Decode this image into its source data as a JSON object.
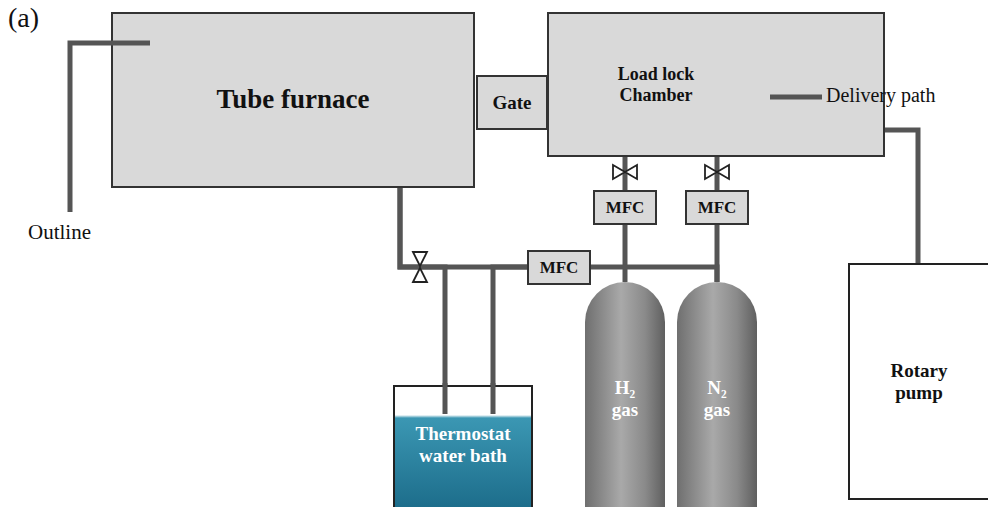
{
  "diagram": {
    "nodes": [
      {
        "text": [
          "Tube furnace"
        ]
      },
      {
        "text": [
          "Gate"
        ]
      },
      {
        "text": [
          "Load lock Chamber"
        ]
      },
      {
        "text": [
          "MFC"
        ]
      },
      {
        "text": [
          "MFC"
        ]
      },
      {
        "text": [
          "MFC"
        ]
      },
      {
        "text": [
          "H₂ gas"
        ]
      },
      {
        "text": [
          "N₂ gas"
        ]
      },
      {
        "text": [
          "Thermostat water bath"
        ]
      },
      {
        "text": [
          "Rotary pump"
        ]
      }
    ],
    "edges": [
      {
        "from": 2,
        "to": 3,
        "arrow": "none"
      },
      {
        "from": 2,
        "to": 4,
        "arrow": "none"
      },
      {
        "from": 3,
        "to": 6,
        "arrow": "none"
      },
      {
        "from": 4,
        "to": 7,
        "arrow": "none"
      },
      {
        "from": 7,
        "to": 5,
        "arrow": "none"
      },
      {
        "from": 5,
        "to": 0,
        "arrow": "none"
      },
      {
        "from": 5,
        "to": 8,
        "arrow": "none"
      },
      {
        "from": 8,
        "to": 0,
        "arrow": "none"
      },
      {
        "from": 2,
        "to": 9,
        "arrow": "none"
      }
    ],
    "labels": [
      "(a)",
      "Outline",
      "Delivery path"
    ]
  }
}
